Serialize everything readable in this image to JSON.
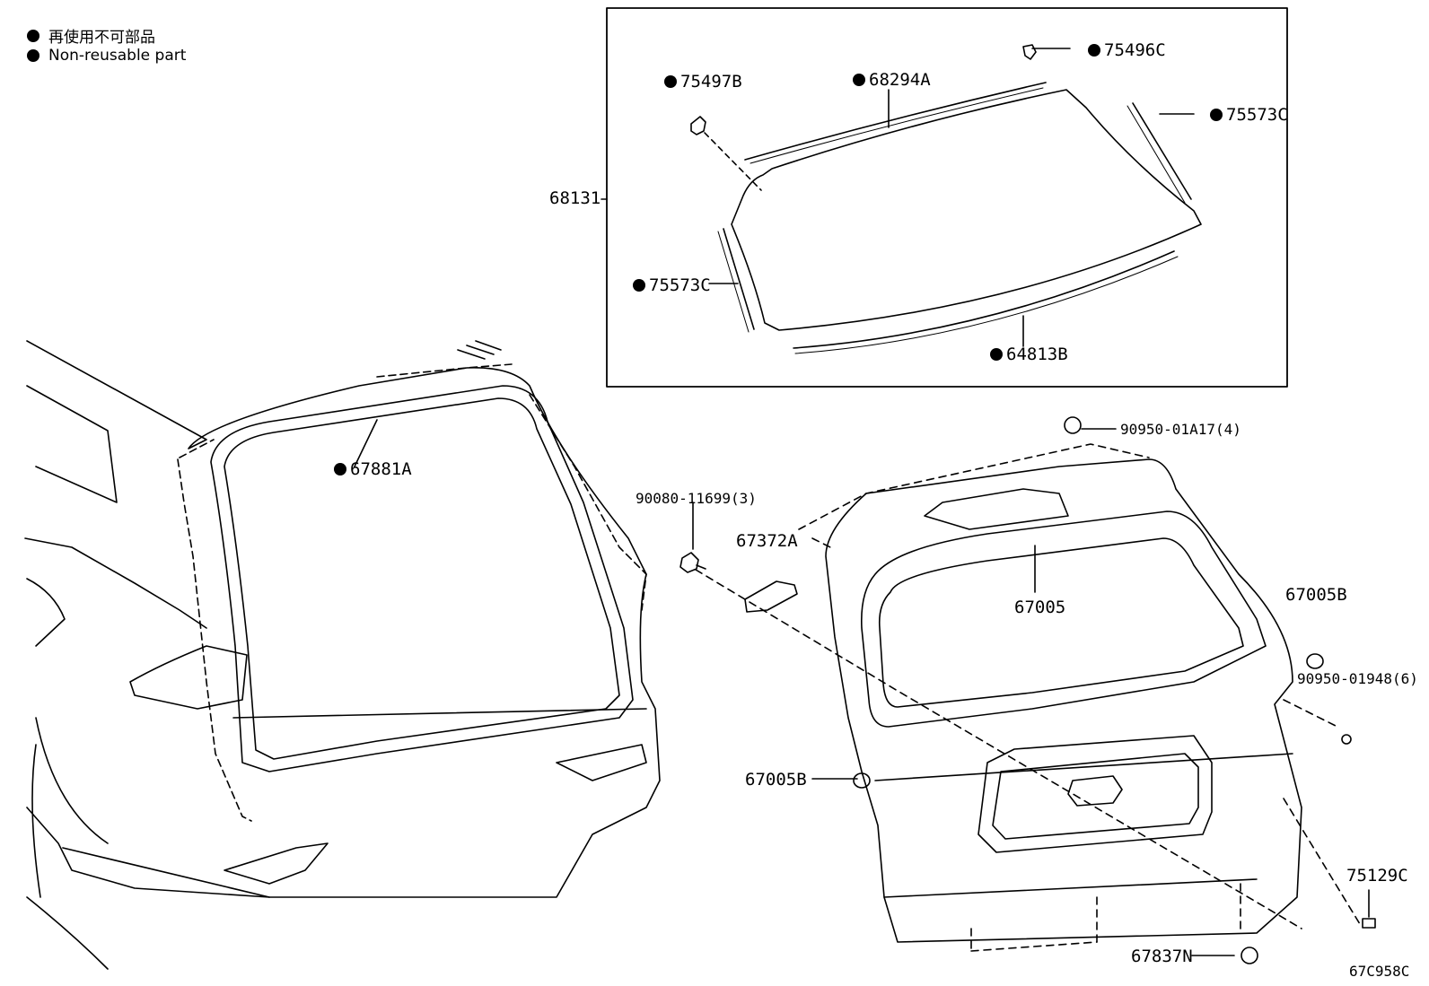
{
  "legend": {
    "line_jp": "再使用不可部品",
    "line_en": "Non-reusable part"
  },
  "labels": {
    "p75497B": "75497B",
    "p68294A": "68294A",
    "p75496C": "75496C",
    "p75573C_top": "75573C",
    "p68131": "68131",
    "p75573C_left": "75573C",
    "p64813B": "64813B",
    "p67881A": "67881A",
    "p90950_01A17": "90950-01A17(4)",
    "p90080_11699": "90080-11699(3)",
    "p67372A": "67372A",
    "p67005": "67005",
    "p67005B_right": "67005B",
    "p90950_01948": "90950-01948(6)",
    "p67005B_left": "67005B",
    "p75129C": "75129C",
    "p67837N": "67837N",
    "diagram_code": "67C958C"
  }
}
